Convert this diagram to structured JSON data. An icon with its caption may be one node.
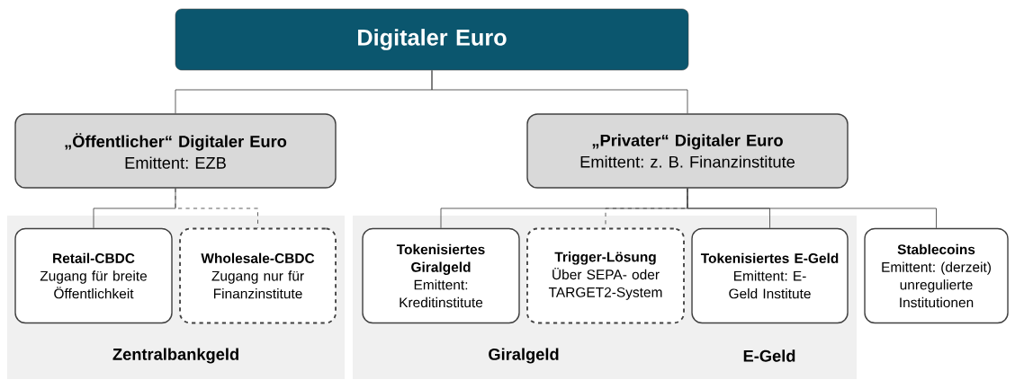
{
  "diagram": {
    "nodes": [
      {
        "text": [
          "Digitaler Euro"
        ]
      },
      {
        "text": [
          "„Öffentlicher“ Digitaler Euro",
          "Emittent: EZB"
        ]
      },
      {
        "text": [
          "„Privater“ Digitaler Euro",
          "Emittent: z. B. Finanzinstitute"
        ]
      },
      {
        "text": [
          "Zentralbankgeld"
        ]
      },
      {
        "text": [
          "Retail-CBDC",
          "Zugang für breite Öffentlichkeit"
        ],
        "in": 3
      },
      {
        "text": [
          "Wholesale-CBDC",
          "Zugang nur für Finanzinstitute"
        ],
        "in": 3
      },
      {
        "text": [
          "Giralgeld",
          "E-Geld"
        ]
      },
      {
        "text": [
          "Tokenisiertes Giralgeld",
          "Emittent: Kreditinstitute"
        ],
        "in": 6
      },
      {
        "text": [
          "Trigger-Lösung",
          "Über SEPA- oder TARGET2-System"
        ],
        "in": 6
      },
      {
        "text": [
          "Tokenisiertes E-Geld",
          "Emittent: E-Geld Institute"
        ],
        "in": 6
      },
      {
        "text": [
          "Stablecoins",
          "Emittent: (derzeit) unregulierte Institutionen"
        ]
      }
    ],
    "edges": [
      {
        "from": 0,
        "to": 1,
        "arrow": "none"
      },
      {
        "from": 0,
        "to": 2,
        "arrow": "none"
      },
      {
        "from": 1,
        "to": 4,
        "arrow": "none"
      },
      {
        "from": 1,
        "to": 5,
        "arrow": "none",
        "style": "dashed"
      },
      {
        "from": 2,
        "to": 7,
        "arrow": "none"
      },
      {
        "from": 2,
        "to": 8,
        "arrow": "none",
        "style": "dashed"
      },
      {
        "from": 2,
        "to": 9,
        "arrow": "none"
      },
      {
        "from": 2,
        "to": 10,
        "arrow": "none"
      }
    ]
  }
}
